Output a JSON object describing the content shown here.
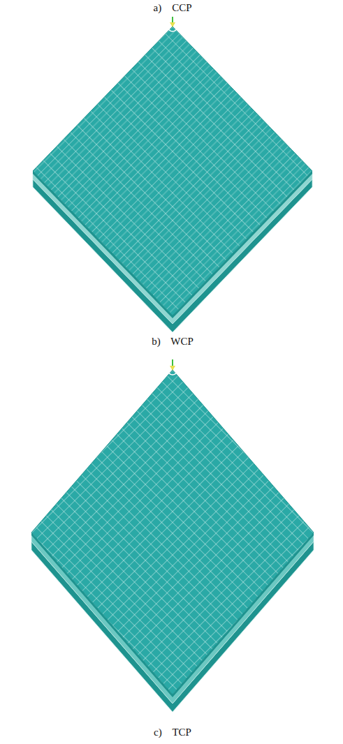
{
  "diagram": {
    "labels": [
      "a)    CCP",
      "b)    WCP",
      "c)    TCP"
    ]
  }
}
